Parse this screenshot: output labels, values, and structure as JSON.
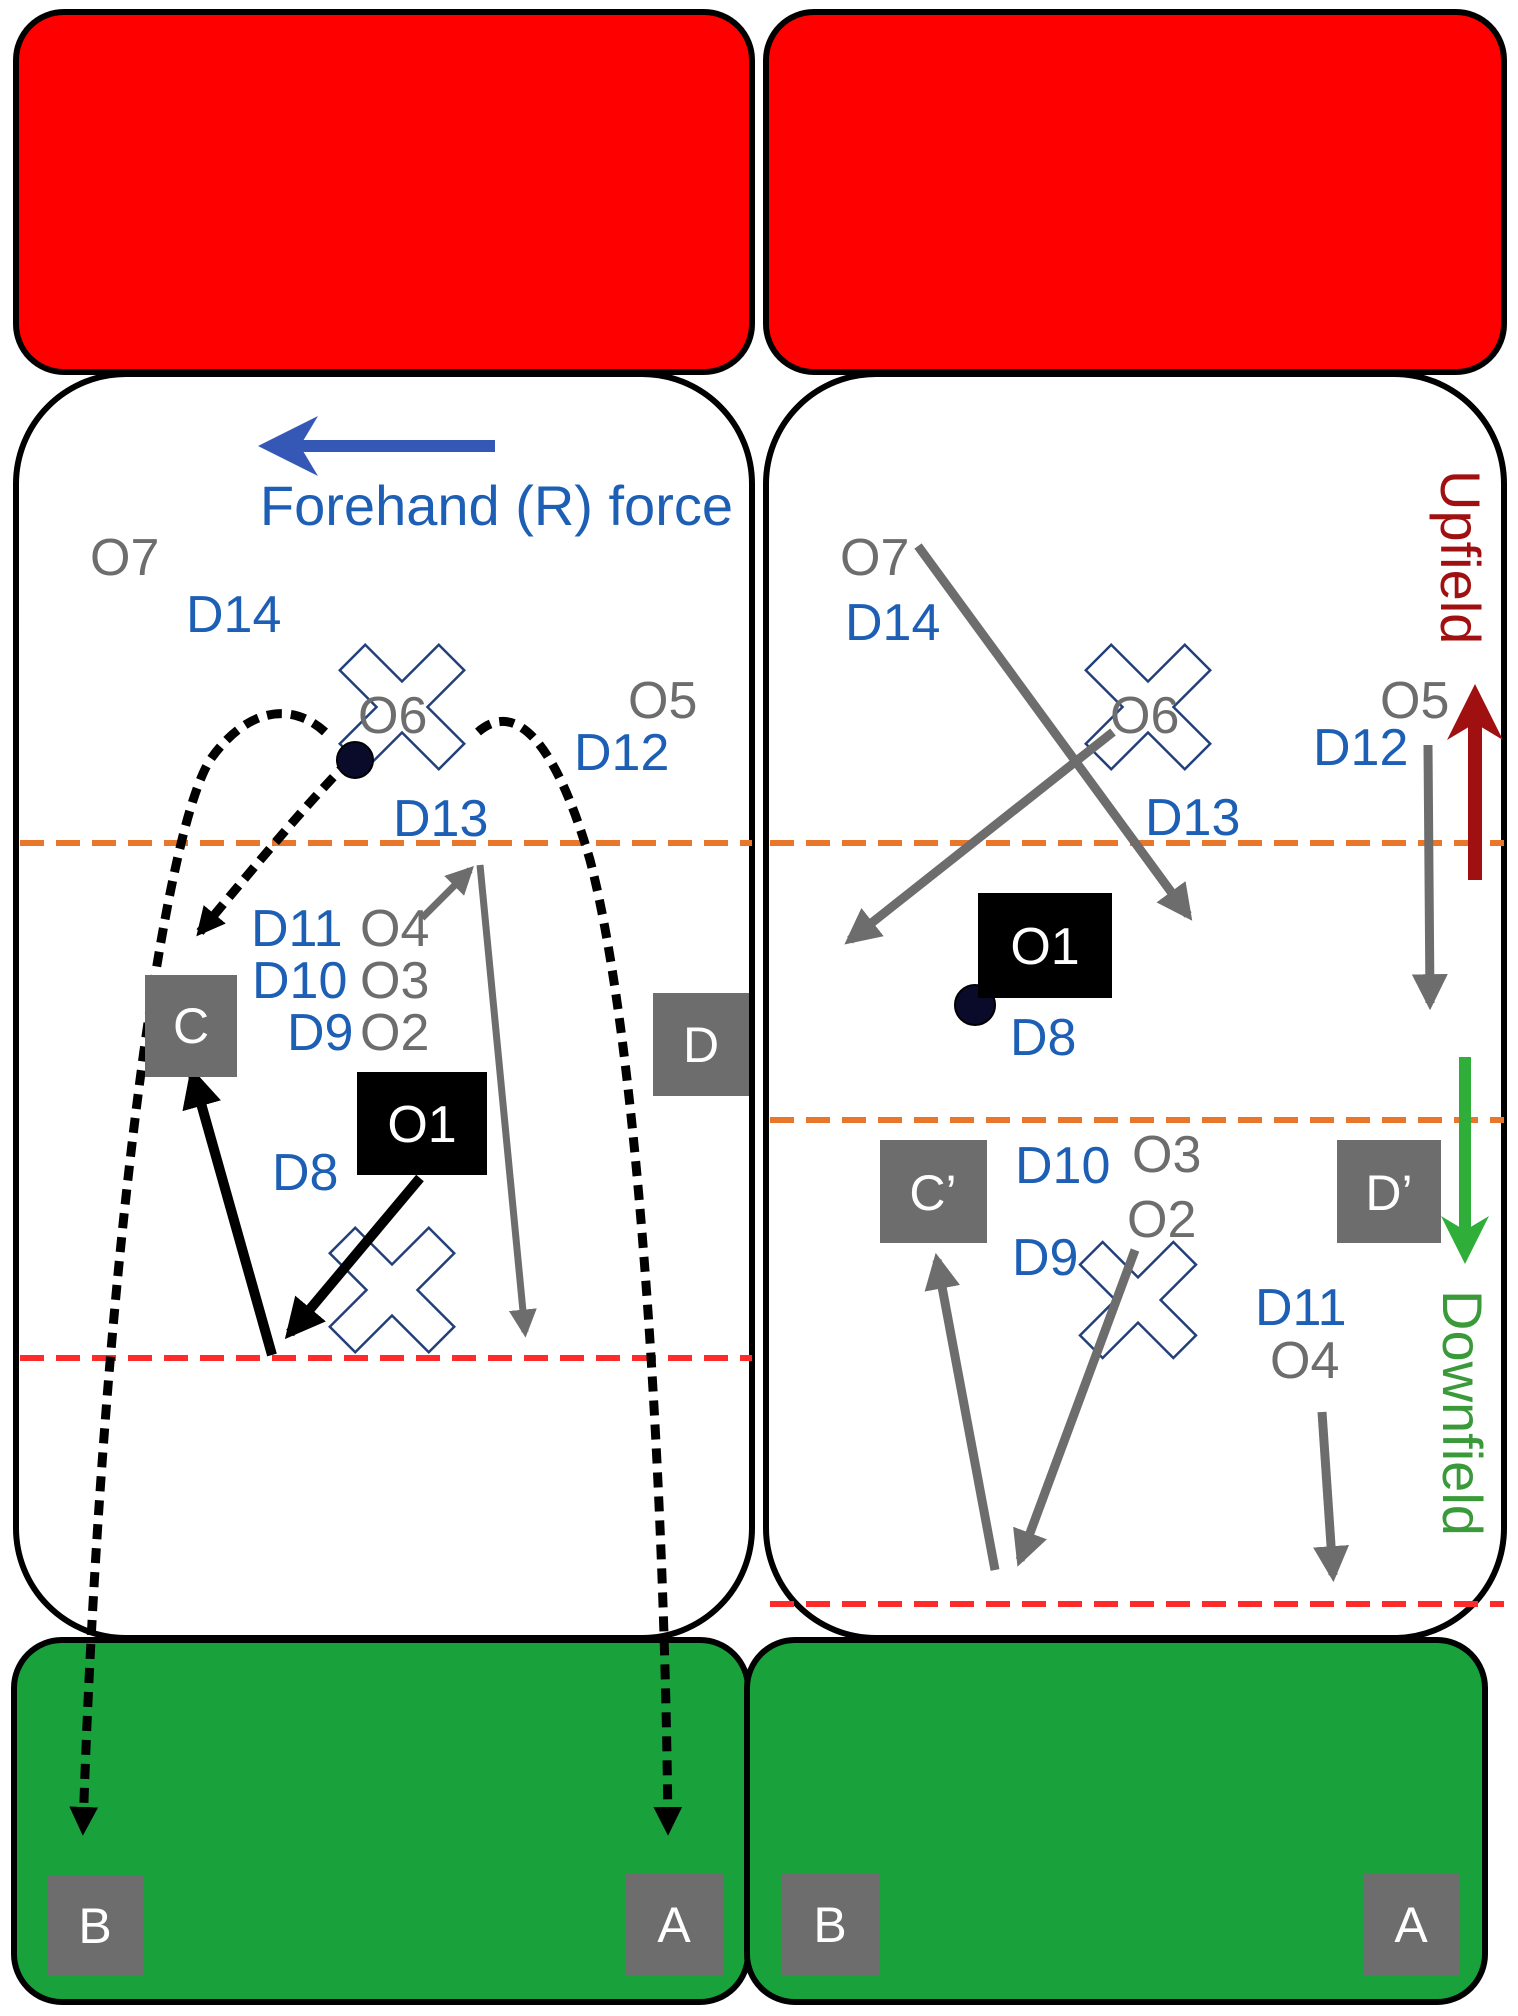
{
  "left_panel": {
    "force_label": "Forehand (R) force",
    "offense": [
      "O7",
      "O6",
      "O5",
      "O4",
      "O3",
      "O2",
      "O1"
    ],
    "defense": [
      "D14",
      "D12",
      "D13",
      "D11",
      "D10",
      "D9",
      "D8"
    ],
    "cones": [
      "C",
      "D",
      "B",
      "A"
    ]
  },
  "right_panel": {
    "offense": [
      "O7",
      "O6",
      "O5",
      "O1",
      "O3",
      "O2",
      "O4"
    ],
    "defense": [
      "D14",
      "D12",
      "D13",
      "D8",
      "D10",
      "D9",
      "D11"
    ],
    "cones": [
      "C’",
      "D’",
      "B",
      "A"
    ],
    "direction_labels": {
      "upfield": "Upfield",
      "downfield": "Downfield"
    }
  },
  "colors": {
    "endzone_top": "#ff0000",
    "endzone_bottom": "#19a23c",
    "offense_text": "#6d6d6d",
    "defense_text": "#1d5fb5",
    "cone_box": "#6d6d6d",
    "orange_line": "#e8762b",
    "red_line": "#ff2a2a",
    "force_arrow": "#3557b5",
    "upfield_arrow": "#a01010",
    "downfield_arrow": "#2fae3a"
  }
}
